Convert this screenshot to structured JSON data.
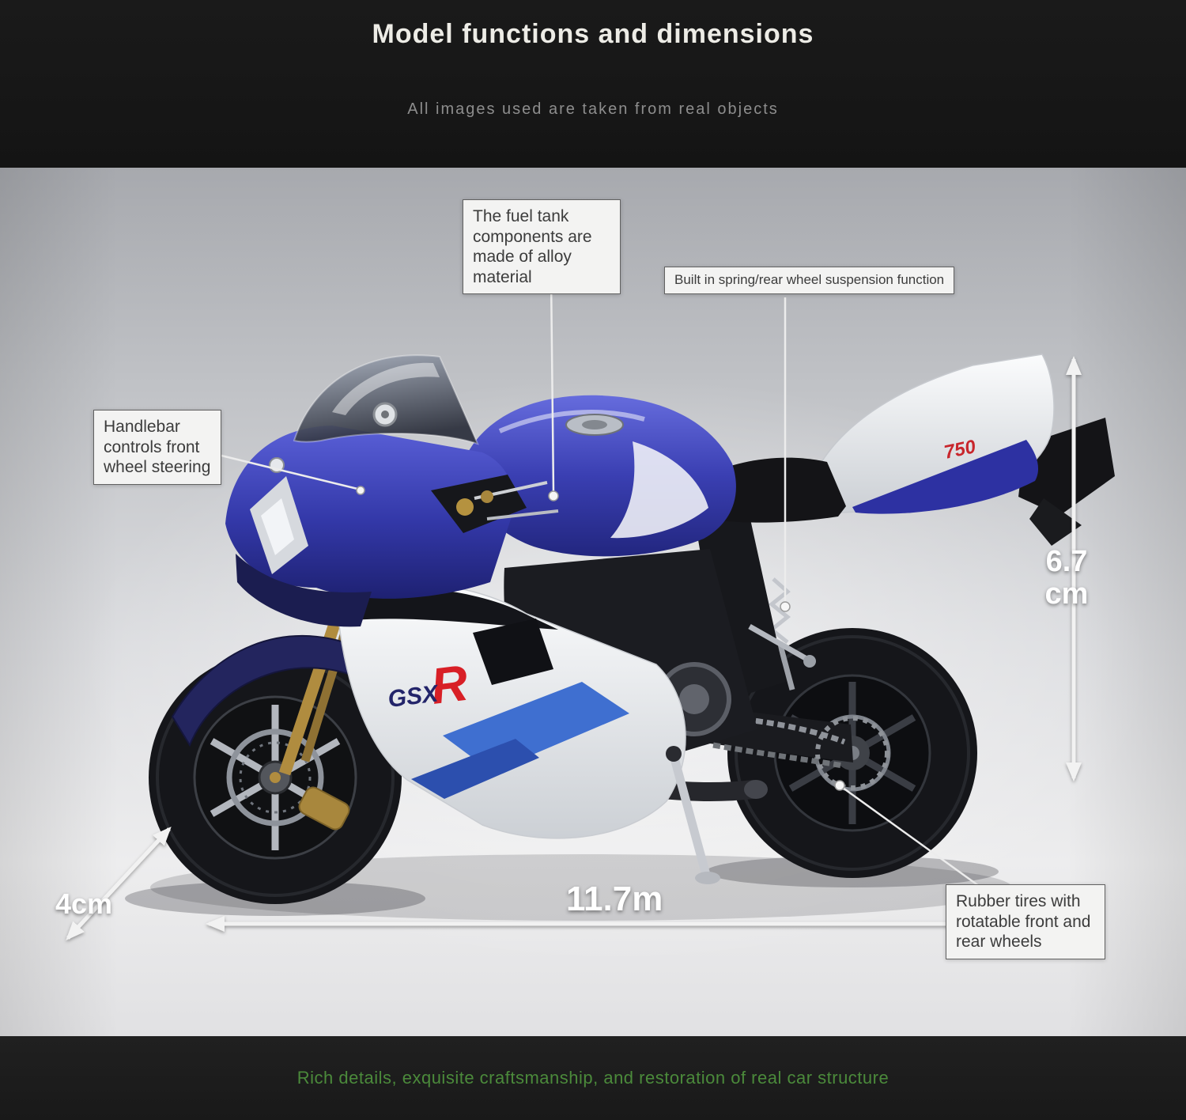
{
  "header": {
    "title": "Model functions and dimensions",
    "subtitle": "All images used are taken from real objects"
  },
  "callouts": {
    "fuel_tank": "The fuel tank components are made of alloy material",
    "suspension": "Built in spring/rear wheel suspension function",
    "handlebar": "Handlebar controls front wheel steering",
    "tires": "Rubber tires with rotatable front and rear wheels"
  },
  "dimensions": {
    "height": "6.7 cm",
    "length": "11.7m",
    "width": "4cm"
  },
  "decals": {
    "fairing_letter": "R",
    "fairing_text": "GSX",
    "tail_number": "750"
  },
  "footer": {
    "text": "Rich details, exquisite craftsmanship, and restoration of real car structure"
  },
  "colors": {
    "accent_blue": "#2c2f9c",
    "body_white": "#f2f3f5",
    "footer_green": "#4b8a3b",
    "band_dark": "#171717"
  }
}
